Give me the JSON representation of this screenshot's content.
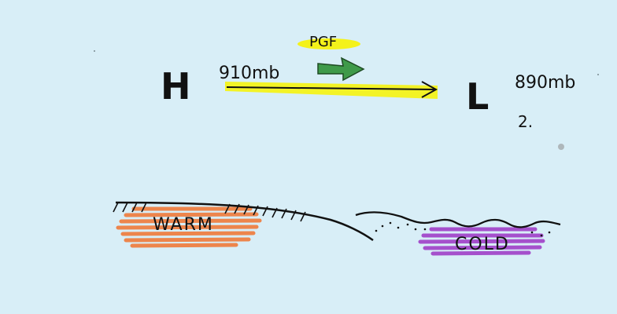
{
  "diagram": {
    "high": {
      "symbol": "H",
      "pressure": "910mb"
    },
    "low": {
      "symbol": "L",
      "pressure": "890mb"
    },
    "force_label": "PGF",
    "figure_number": "2.",
    "warm_label": "WARM",
    "cold_label": "COLD",
    "colors": {
      "background": "#d8eef7",
      "highlight": "#f4f21a",
      "pgf_arrow": "#3f9a4a",
      "warm": "#f07a3a",
      "cold": "#a040c8",
      "ink": "#111111"
    }
  }
}
